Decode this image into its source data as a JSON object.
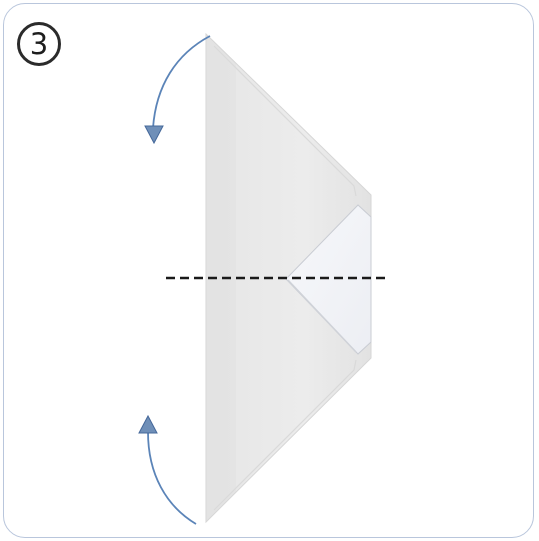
{
  "step": {
    "number": "3"
  },
  "colors": {
    "frame_border": "#b9c6dc",
    "paper_main": "#e9e9e9",
    "paper_flap": "#f3f4f7",
    "fold_line": "#1a1a1a",
    "arrow": "#5b84b8"
  },
  "icons": {
    "step_badge": "numbered-circle",
    "top_arrow": "curved-arrow-fold-down-icon",
    "bottom_arrow": "curved-arrow-fold-up-icon",
    "fold_line": "dashed-valley-fold-line"
  }
}
